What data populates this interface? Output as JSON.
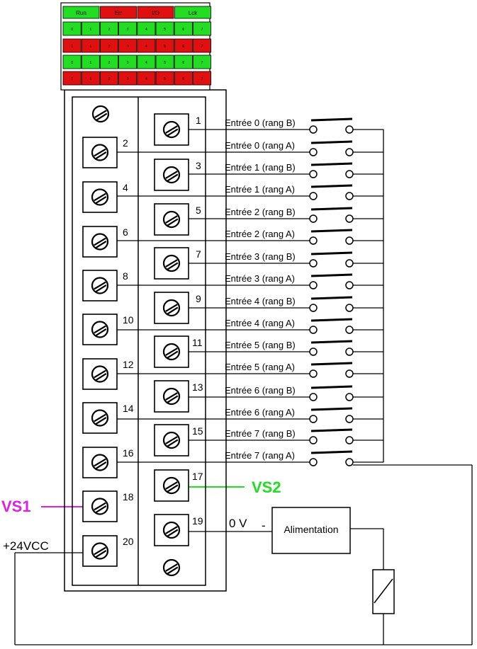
{
  "led_panel": {
    "status_leds": [
      {
        "label": "Run",
        "color": "#22dd22"
      },
      {
        "label": "Err",
        "color": "#e01010"
      },
      {
        "label": "I/O",
        "color": "#e01010"
      },
      {
        "label": "Lck",
        "color": "#22dd22"
      }
    ],
    "rows": [
      {
        "color": "#22dd22",
        "labels": [
          "0",
          "1",
          "2",
          "3",
          "4",
          "5",
          "6",
          "7"
        ]
      },
      {
        "color": "#e01010",
        "labels": [
          "0",
          "1",
          "2",
          "3",
          "4",
          "5",
          "6",
          "7"
        ]
      },
      {
        "color": "#22dd22",
        "labels": [
          "0",
          "1",
          "2",
          "3",
          "4",
          "5",
          "6",
          "7"
        ]
      },
      {
        "color": "#e01010",
        "labels": [
          "0",
          "1",
          "2",
          "3",
          "4",
          "5",
          "6",
          "7"
        ]
      }
    ]
  },
  "terminals_left": [
    "2",
    "4",
    "6",
    "8",
    "10",
    "12",
    "14",
    "16",
    "18",
    "20"
  ],
  "terminals_right": [
    "1",
    "3",
    "5",
    "7",
    "9",
    "11",
    "13",
    "15",
    "17",
    "19"
  ],
  "inputs": [
    "Entrée 0 (rang B)",
    "Entrée 0 (rang A)",
    "Entrée 1 (rang B)",
    "Entrée 1 (rang A)",
    "Entrée 2 (rang B)",
    "Entrée 2 (rang A)",
    "Entrée 3 (rang B)",
    "Entrée 3 (rang A)",
    "Entrée 4 (rang B)",
    "Entrée 4 (rang A)",
    "Entrée 5 (rang B)",
    "Entrée 5 (rang A)",
    "Entrée 6 (rang B)",
    "Entrée 6 (rang A)",
    "Entrée 7 (rang B)",
    "Entrée 7 (rang A)"
  ],
  "labels": {
    "vs1": "VS1",
    "vs2": "VS2",
    "plus24": "+24VCC",
    "zero_v": "0 V",
    "minus": "-",
    "power_supply": "Alimentation"
  },
  "colors": {
    "vs1": "#e020e0",
    "vs2": "#22dd22",
    "led_green": "#22dd22",
    "led_red": "#e01010",
    "line": "#000000"
  }
}
